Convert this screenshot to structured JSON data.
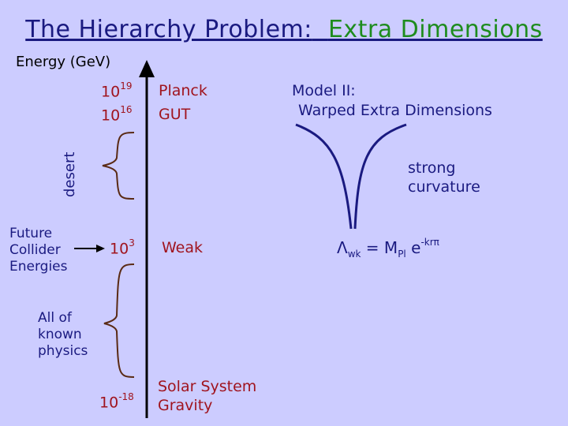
{
  "title": {
    "main": "The Hierarchy Problem:",
    "accent": "Extra Dimensions"
  },
  "axis_label": "Energy (GeV)",
  "scale": [
    {
      "base": "10",
      "exp": "19",
      "name": "Planck"
    },
    {
      "base": "10",
      "exp": "16",
      "name": "GUT"
    },
    {
      "base": "10",
      "exp": "3",
      "name": "Weak"
    },
    {
      "base": "10",
      "exp": "-18",
      "name": "Solar System Gravity"
    }
  ],
  "desert_label": "desert",
  "collider_label": [
    "Future",
    "Collider",
    "Energies"
  ],
  "physics_label": [
    "All of",
    "known",
    "physics"
  ],
  "solar_label": [
    "Solar System",
    "Gravity"
  ],
  "model": {
    "line1": "Model II:",
    "line2": "Warped Extra Dimensions"
  },
  "curvature_label": [
    "strong",
    "curvature"
  ],
  "formula": {
    "lambda": "Λ",
    "lambda_sub": "wk",
    "eq": " = M",
    "m_sub": "Pl",
    "e": " e",
    "e_sup": "-krπ"
  },
  "colors": {
    "background": "#ccccff",
    "title": "#1a1a80",
    "accent": "#1e8c1e",
    "label": "#a0141e",
    "bracket": "#5a2a14",
    "arrow": "#000000",
    "curve": "#1a1a80"
  }
}
